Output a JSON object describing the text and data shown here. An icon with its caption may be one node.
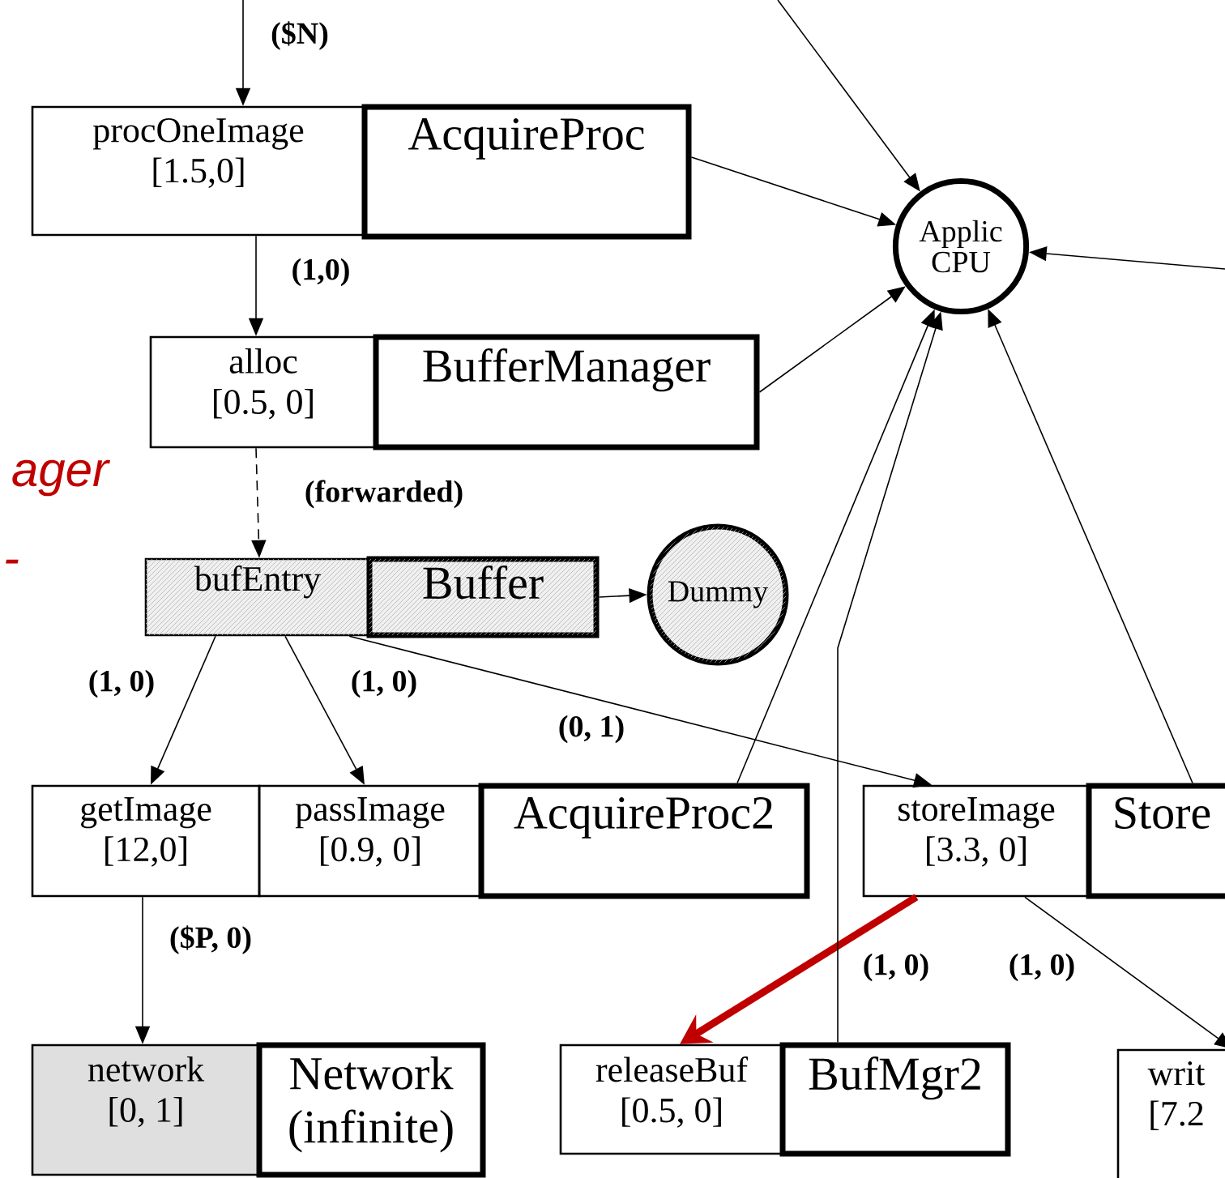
{
  "diagram": {
    "nodes": [
      {
        "text": [
          "procOneImage",
          "[1.5,0]"
        ]
      },
      {
        "text": [
          "AcquireProc"
        ]
      },
      {
        "text": [
          "Applic CPU"
        ]
      },
      {
        "text": [
          "alloc",
          "[0.5, 0]"
        ]
      },
      {
        "text": [
          "BufferManager"
        ]
      },
      {
        "text": [
          "bufEntry"
        ]
      },
      {
        "text": [
          "Buffer"
        ]
      },
      {
        "text": [
          "Dummy"
        ]
      },
      {
        "text": [
          "getImage",
          "[12,0]"
        ]
      },
      {
        "text": [
          "passImage",
          "[0.9, 0]"
        ]
      },
      {
        "text": [
          "AcquireProc2"
        ]
      },
      {
        "text": [
          "storeImage",
          "[3.3, 0]"
        ]
      },
      {
        "text": [
          "Store"
        ]
      },
      {
        "text": [
          "network",
          "[0, 1]"
        ]
      },
      {
        "text": [
          "Network (infinite)"
        ]
      },
      {
        "text": [
          "releaseBuf",
          "[0.5, 0]"
        ]
      },
      {
        "text": [
          "BufMgr2"
        ]
      },
      {
        "text": [
          "writ",
          "[7.2"
        ]
      }
    ],
    "edges": [
      {
        "from": null,
        "to": 0,
        "arrow": "to",
        "label": "($N)"
      },
      {
        "from": 0,
        "to": 3,
        "arrow": "to",
        "label": "(1,0)"
      },
      {
        "from": 3,
        "to": 5,
        "arrow": "to",
        "label": "(forwarded)",
        "style": "dashed"
      },
      {
        "from": 6,
        "to": 7,
        "arrow": "to"
      },
      {
        "from": 5,
        "to": 8,
        "arrow": "to",
        "label": "(1, 0)"
      },
      {
        "from": 5,
        "to": 9,
        "arrow": "to",
        "label": "(1, 0)"
      },
      {
        "from": 5,
        "to": 11,
        "arrow": "to",
        "label": "(0, 1)"
      },
      {
        "from": 8,
        "to": 13,
        "arrow": "to",
        "label": "($P, 0)"
      },
      {
        "from": 11,
        "to": 15,
        "arrow": "to",
        "label": "(1, 0)",
        "style": "thick",
        "color": "#c00000"
      },
      {
        "from": 11,
        "to": 17,
        "arrow": "to",
        "label": "(1, 0)"
      },
      {
        "from": null,
        "to": 2,
        "arrow": "to"
      },
      {
        "from": 1,
        "to": 2,
        "arrow": "to"
      },
      {
        "from": 4,
        "to": 2,
        "arrow": "to"
      },
      {
        "from": null,
        "to": 2,
        "arrow": "to"
      },
      {
        "from": 10,
        "to": 2,
        "arrow": "to"
      },
      {
        "from": 16,
        "to": 2,
        "arrow": "to"
      },
      {
        "from": 12,
        "to": 2,
        "arrow": "to"
      }
    ],
    "labels": [
      "ager",
      "-"
    ]
  }
}
